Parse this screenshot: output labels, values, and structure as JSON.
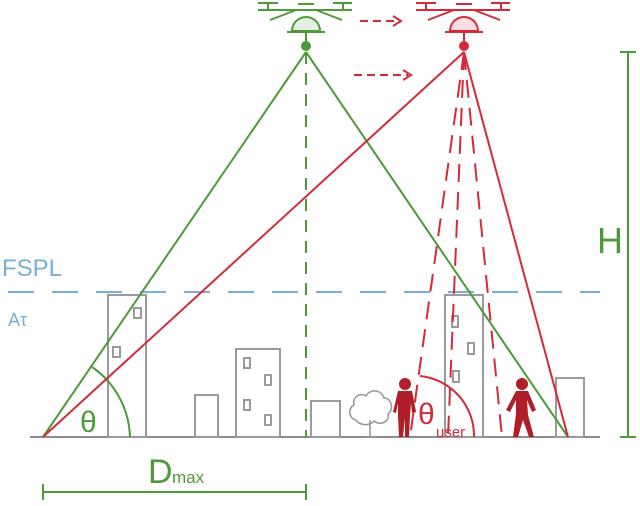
{
  "labels": {
    "fspl": "FSPL",
    "a_tau": "Aτ",
    "theta": "θ",
    "theta_user_symbol": "θ",
    "theta_user_sub": "user",
    "height": "H",
    "dmax_symbol": "D",
    "dmax_sub": "max"
  },
  "colors": {
    "green": "#4e9a3a",
    "red": "#d42a3a",
    "blue": "#7aaed6",
    "building": "#9a9a9a",
    "ground": "#8c8c8c",
    "person": "#b01e2a"
  }
}
